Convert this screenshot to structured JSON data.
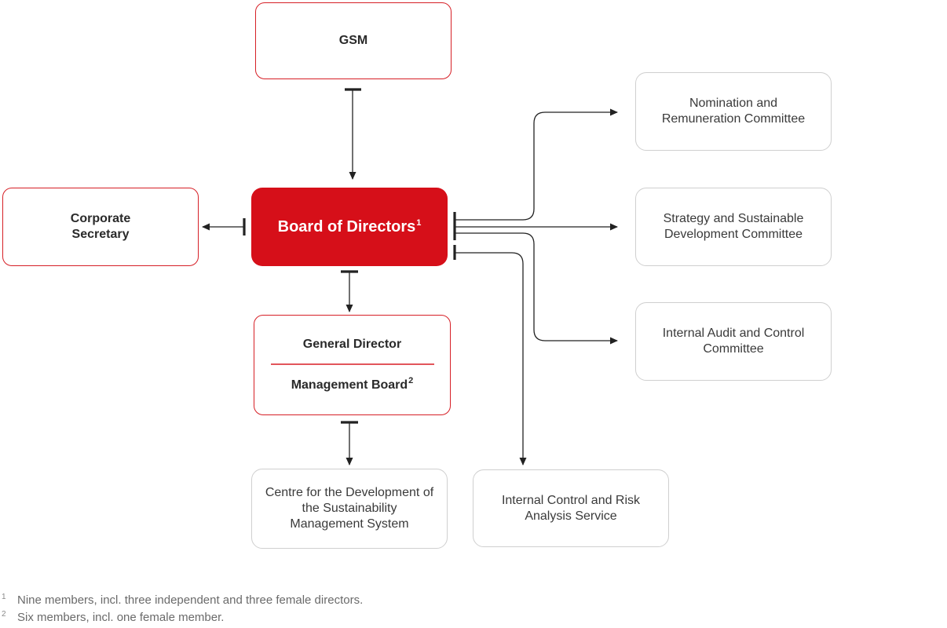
{
  "nodes": {
    "gsm": "GSM",
    "board": "Board of Directors",
    "board_sup": "1",
    "corporate_secretary": "Corporate Secretary",
    "general_director": "General Director",
    "management_board": "Management Board",
    "management_board_sup": "2",
    "nomination": "Nomination and Remuneration Committee",
    "strategy": "Strategy and Sustainable Development Committee",
    "audit": "Internal Audit and Control Committee",
    "centre": "Centre for the Development of the Sustainability Management System",
    "internal_control": "Internal Control and Risk Analysis Service"
  },
  "footnotes": [
    {
      "num": "1",
      "text": "Nine members, incl. three independent and three female directors."
    },
    {
      "num": "2",
      "text": "Six members, incl. one female member."
    }
  ],
  "colors": {
    "accent": "#d60f19",
    "outline_red": "#d61f26",
    "outline_grey": "#cfcfcf",
    "line": "#222222"
  }
}
